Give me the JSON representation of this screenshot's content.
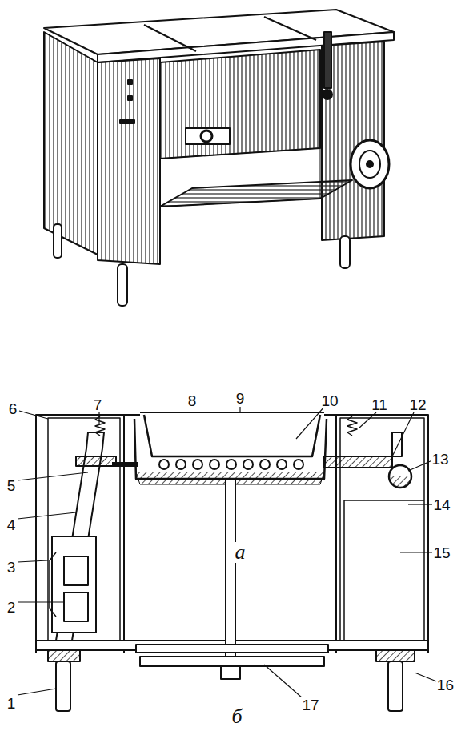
{
  "diagram": {
    "labels": [
      "а",
      "б",
      "1",
      "2",
      "3",
      "4",
      "5",
      "6",
      "7",
      "8",
      "9",
      "10",
      "11",
      "12",
      "13",
      "14",
      "15",
      "16",
      "17"
    ]
  }
}
